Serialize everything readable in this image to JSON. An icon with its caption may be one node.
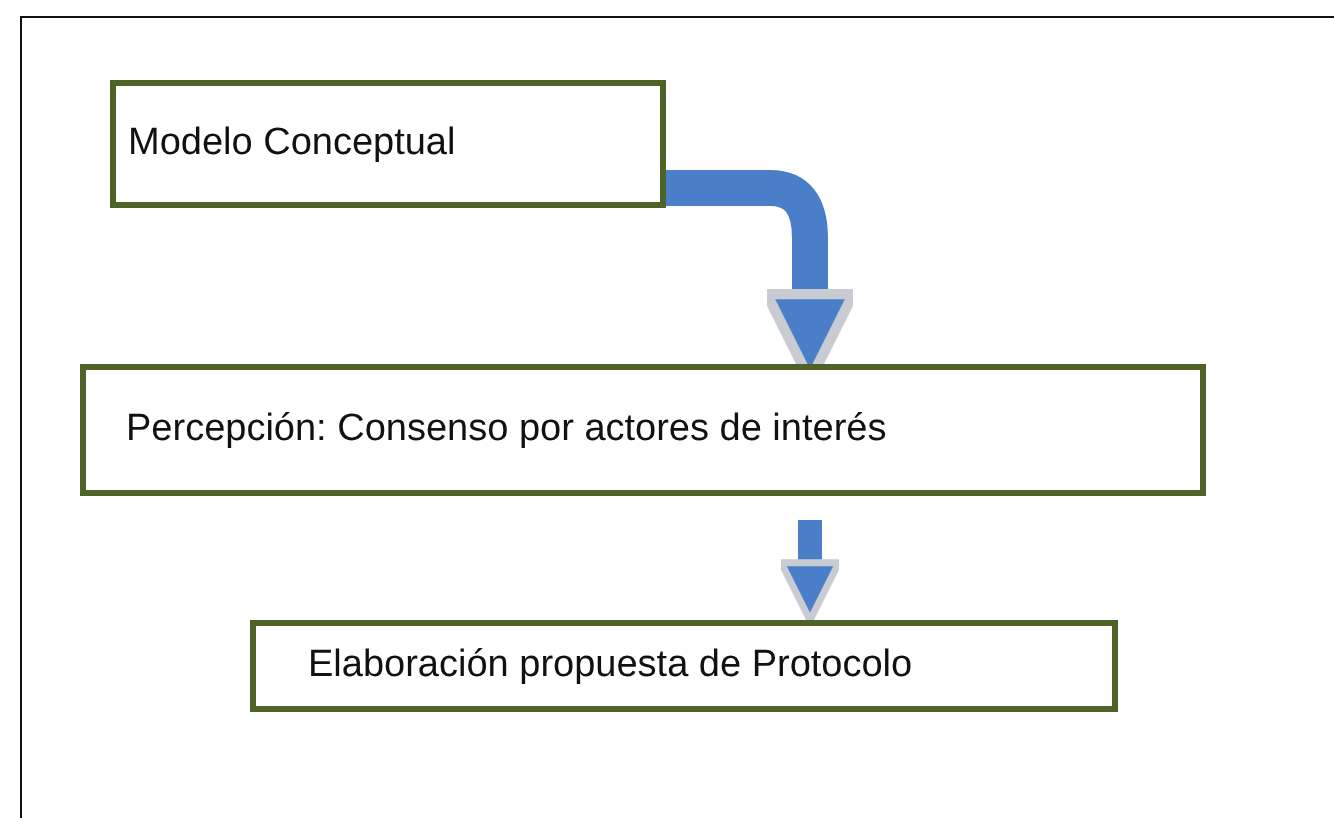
{
  "diagram": {
    "nodes": [
      {
        "text": [
          "Modelo Conceptual"
        ]
      },
      {
        "text": [
          "Percepción: Consenso por actores de interés"
        ]
      },
      {
        "text": [
          "Elaboración propuesta de Protocolo"
        ]
      }
    ],
    "edges": [
      {
        "from": 0,
        "to": 1,
        "arrow": "to"
      },
      {
        "from": 1,
        "to": 2,
        "arrow": "to"
      }
    ]
  }
}
